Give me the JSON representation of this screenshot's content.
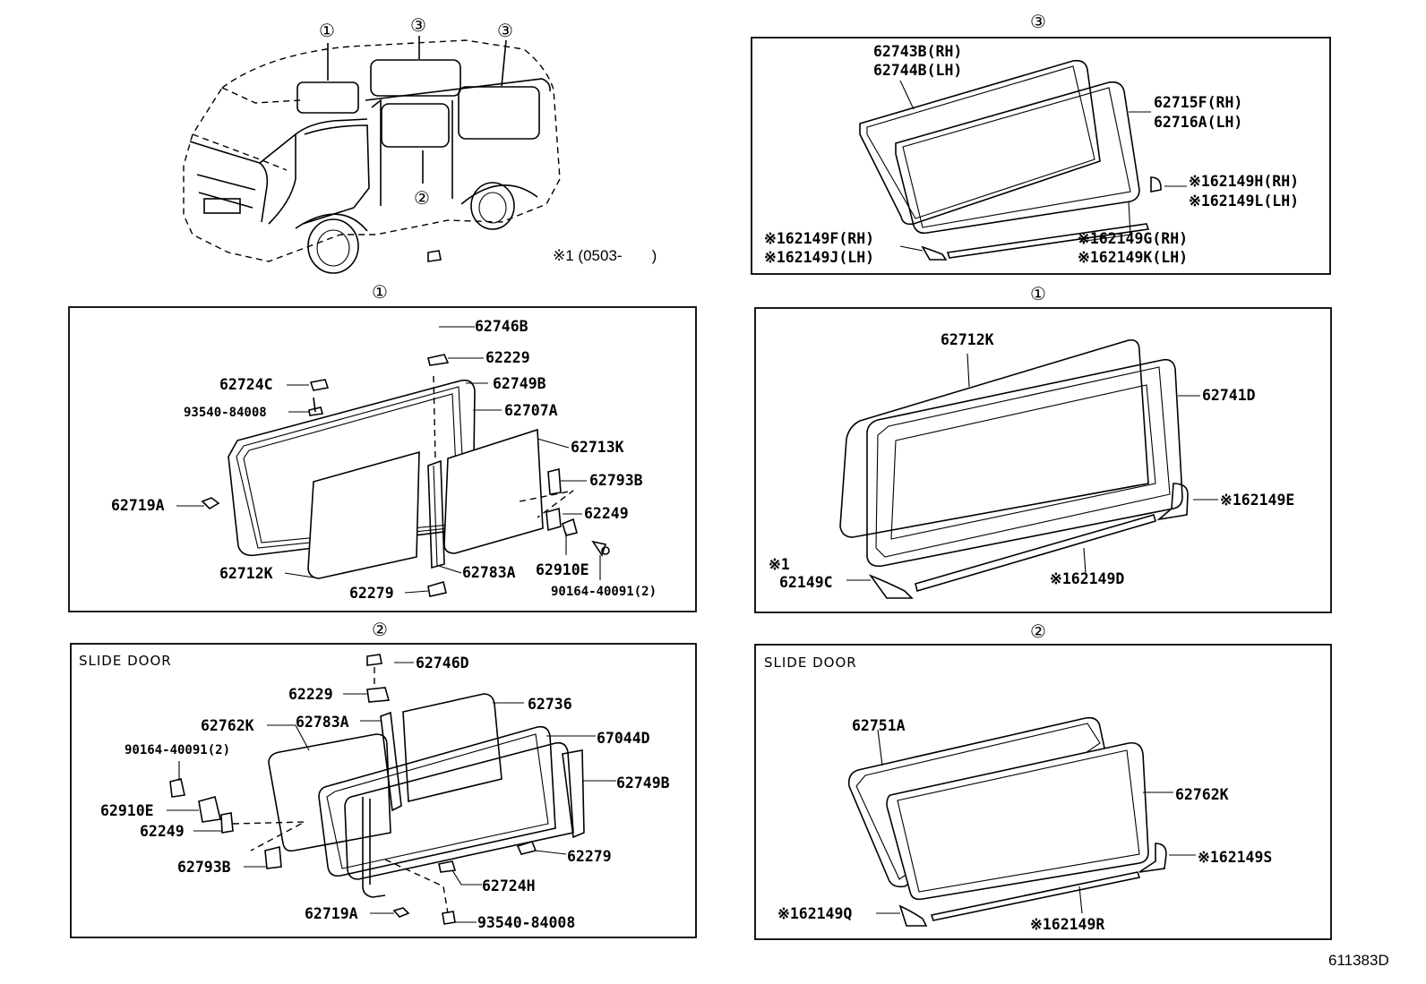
{
  "overview": {
    "callouts": [
      "①",
      "③",
      "③",
      "②"
    ],
    "note": "※1 (0503-       )"
  },
  "panels": {
    "top_right": {
      "header": "③",
      "labels": [
        "62743B(RH)",
        "62744B(LH)",
        "62715F(RH)",
        "62716A(LH)",
        "※162149H(RH)",
        "※162149L(LH)",
        "※162149F(RH)",
        "※162149J(LH)",
        "※162149G(RH)",
        "※162149K(LH)"
      ]
    },
    "mid_left": {
      "header": "①",
      "labels": [
        "62746B",
        "62229",
        "62724C",
        "62749B",
        "93540-84008",
        "62707A",
        "62713K",
        "62793B",
        "62719A",
        "62249",
        "62910E",
        "62712K",
        "62783A",
        "90164-40091(2)",
        "62279"
      ]
    },
    "mid_right": {
      "header": "①",
      "labels": [
        "62712K",
        "62741D",
        "※162149E",
        "※1",
        "62149C",
        "※162149D"
      ]
    },
    "bottom_left": {
      "header": "②",
      "caption": "SLIDE DOOR",
      "labels": [
        "62746D",
        "62229",
        "62736",
        "62762K",
        "62783A",
        "67044D",
        "90164-40091(2)",
        "62749B",
        "62910E",
        "62249",
        "62279",
        "62793B",
        "62724H",
        "62719A",
        "93540-84008"
      ]
    },
    "bottom_right": {
      "header": "②",
      "caption": "SLIDE DOOR",
      "labels": [
        "62751A",
        "62762K",
        "※162149S",
        "※162149Q",
        "※162149R"
      ]
    }
  },
  "figure_id": "611383D"
}
